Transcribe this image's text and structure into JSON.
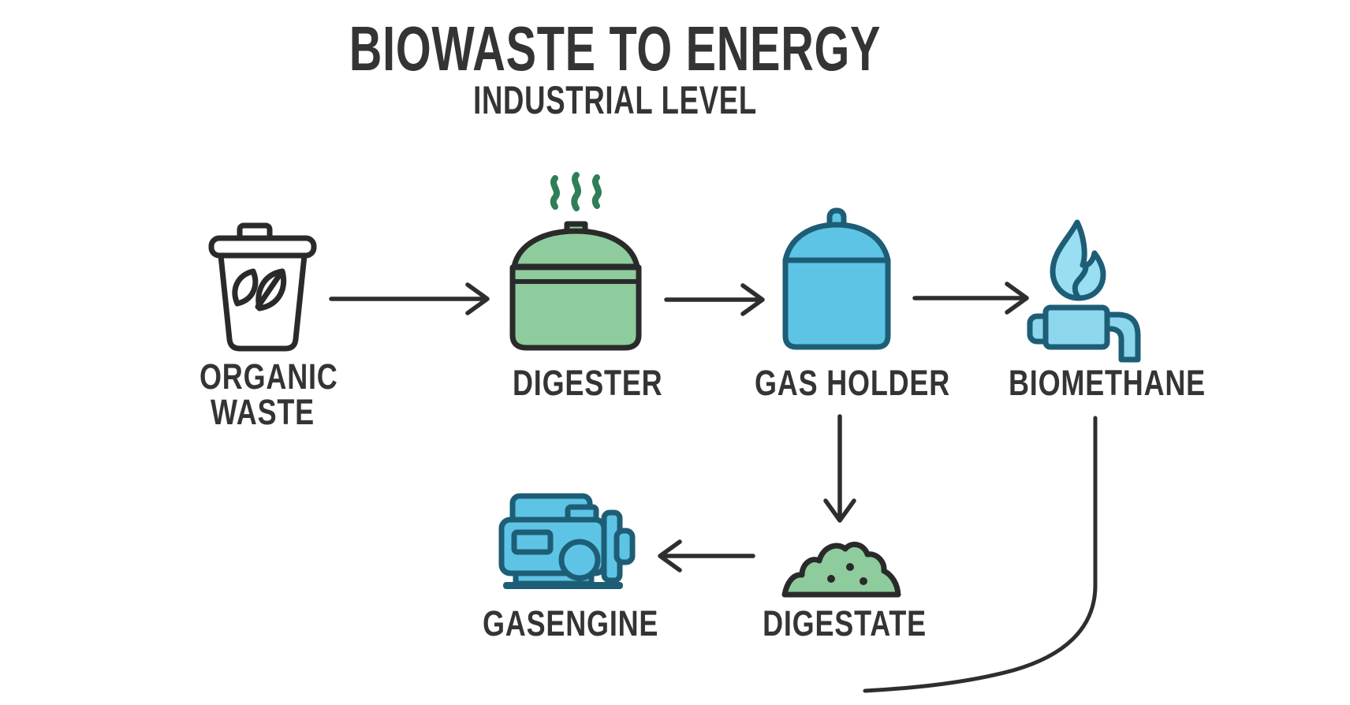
{
  "header": {
    "title": "BIOWASTE TO ENERGY",
    "subtitle": "INDUSTRIAL LEVEL"
  },
  "nodes": [
    {
      "id": "organic-waste",
      "label": "ORGANIC",
      "label2": "WASTE",
      "icon": "trash-bin-leaf-icon"
    },
    {
      "id": "digester",
      "label": "DIGESTER",
      "icon": "digester-tank-icon"
    },
    {
      "id": "gas-holder",
      "label": "GAS HOLDER",
      "icon": "gas-holder-tank-icon"
    },
    {
      "id": "biomethane",
      "label": "BIOMETHANE",
      "icon": "flame-burner-icon"
    },
    {
      "id": "gasengine",
      "label": "GASENGINE",
      "icon": "gas-engine-icon"
    },
    {
      "id": "digestate",
      "label": "DIGESTATE",
      "icon": "digestate-pile-icon"
    }
  ],
  "edges": [
    {
      "from": "organic-waste",
      "to": "digester",
      "style": "arrow-right"
    },
    {
      "from": "digester",
      "to": "gas-holder",
      "style": "arrow-right"
    },
    {
      "from": "gas-holder",
      "to": "biomethane",
      "style": "arrow-right"
    },
    {
      "from": "gas-holder",
      "to": "digestate",
      "style": "arrow-down"
    },
    {
      "from": "digestate",
      "to": "gasengine",
      "style": "arrow-left"
    },
    {
      "from": "biomethane",
      "to": "offscreen-bottom-left",
      "style": "curved-line"
    }
  ],
  "colors": {
    "text": "#343434",
    "arrow": "#2e2e2e",
    "outline_black": "#2a2a2a",
    "green_fill": "#8ecb9d",
    "steam_green": "#2f7e58",
    "blue_fill": "#5ec4e6",
    "blue_light_fill": "#9adef2",
    "teal_outline": "#1d5e76",
    "background": "#ffffff"
  }
}
